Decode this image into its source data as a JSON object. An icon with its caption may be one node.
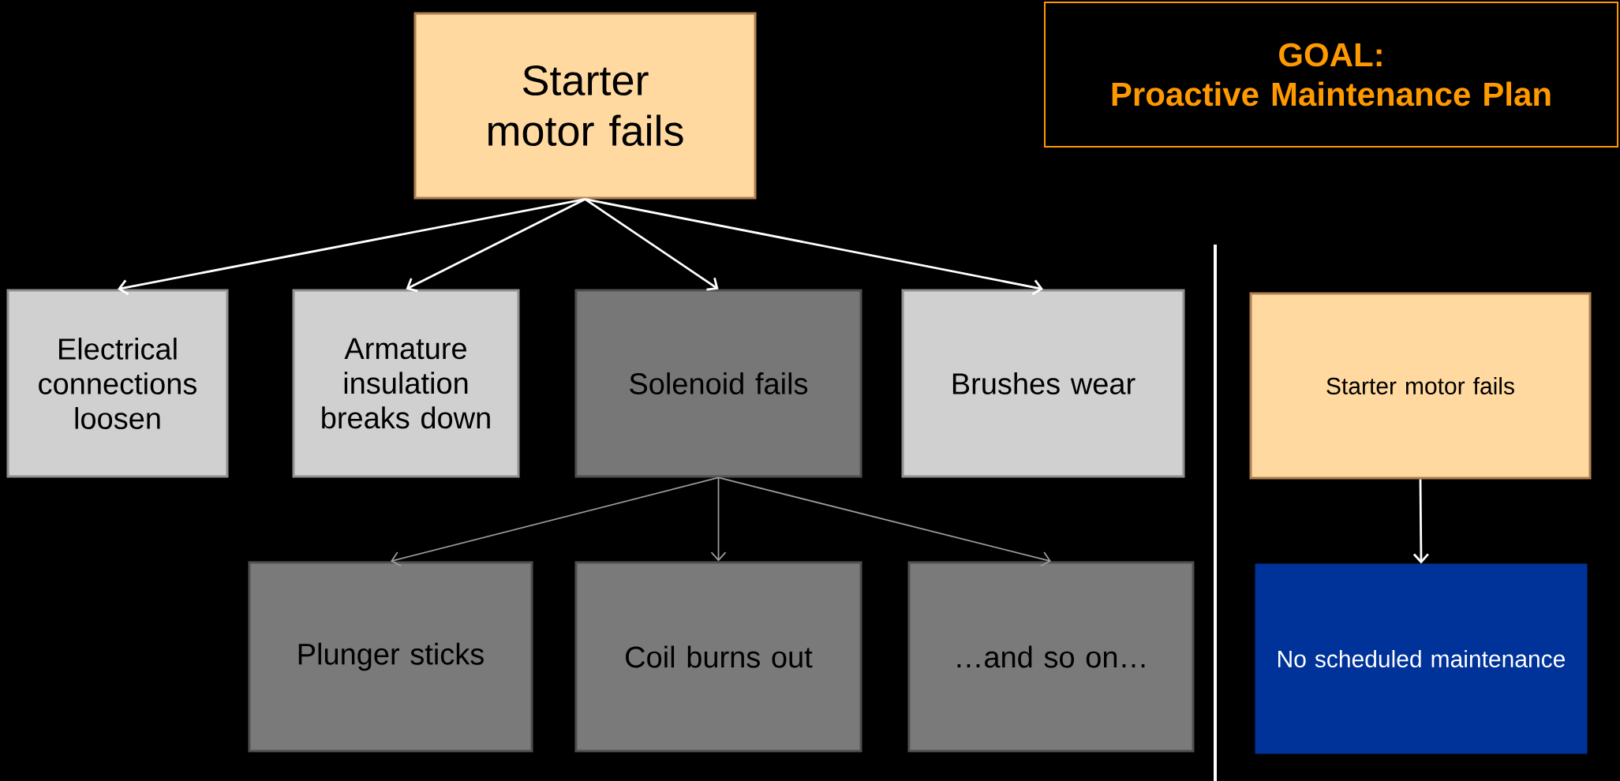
{
  "diagram": {
    "nodes": [
      {
        "text": [
          "Starter motor fails"
        ]
      },
      {
        "text": [
          "GOAL:",
          "Proactive Maintenance Plan"
        ]
      },
      {
        "text": [
          "Electrical connections loosen"
        ]
      },
      {
        "text": [
          "Armature insulation breaks down"
        ]
      },
      {
        "text": [
          "Solenoid fails"
        ]
      },
      {
        "text": [
          "Brushes wear"
        ]
      },
      {
        "text": [
          "Plunger sticks"
        ]
      },
      {
        "text": [
          "Coil burns out"
        ]
      },
      {
        "text": [
          "…and so on…"
        ]
      },
      {
        "text": [
          "Starter motor fails"
        ]
      },
      {
        "text": [
          "No scheduled maintenance"
        ]
      }
    ],
    "edges": [
      {
        "from": 0,
        "to": 2,
        "arrow": "to"
      },
      {
        "from": 0,
        "to": 3,
        "arrow": "to"
      },
      {
        "from": 0,
        "to": 4,
        "arrow": "to"
      },
      {
        "from": 0,
        "to": 5,
        "arrow": "to"
      },
      {
        "from": 4,
        "to": 6,
        "arrow": "to",
        "color": "#9a9a9a"
      },
      {
        "from": 4,
        "to": 7,
        "arrow": "to",
        "color": "#9a9a9a"
      },
      {
        "from": 4,
        "to": 8,
        "arrow": "to",
        "color": "#9a9a9a"
      },
      {
        "from": 9,
        "to": 10,
        "arrow": "to"
      }
    ]
  }
}
